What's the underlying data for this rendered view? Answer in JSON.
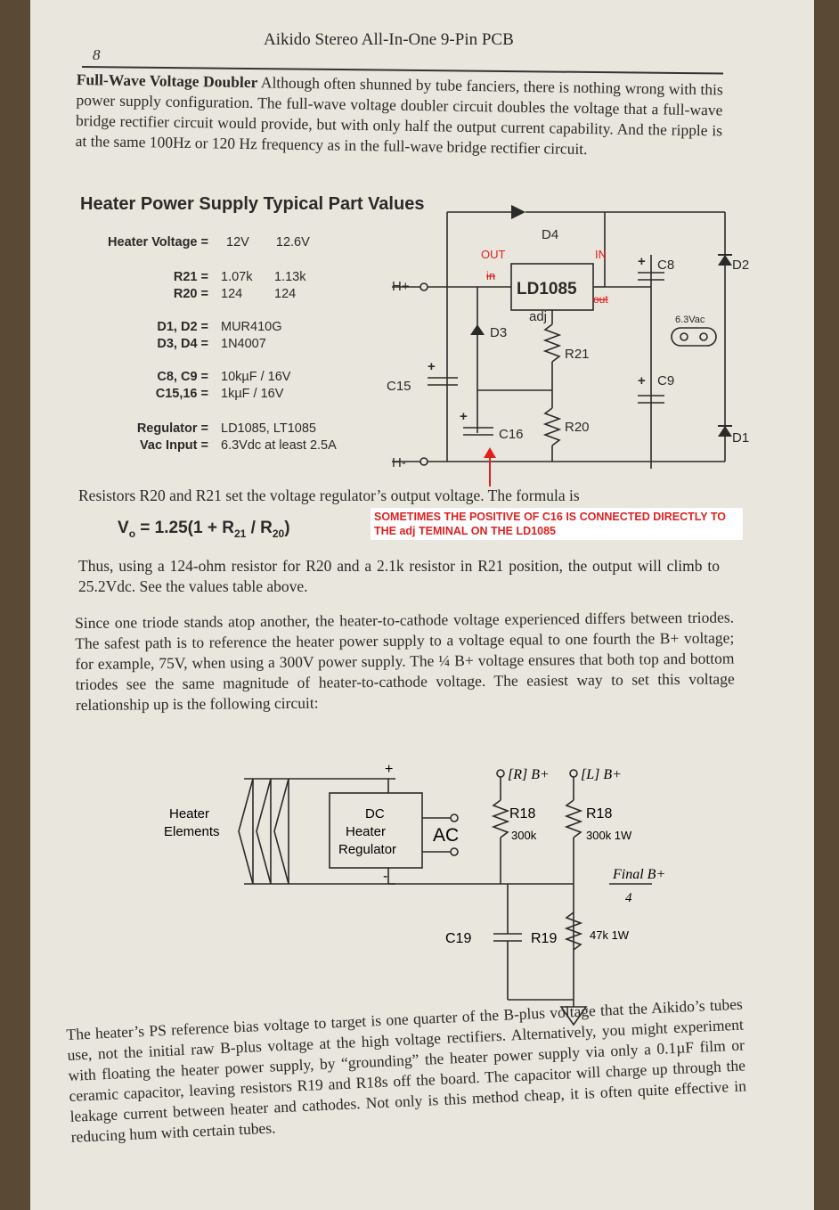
{
  "header": {
    "page_number": "8",
    "running_title": "Aikido Stereo All-In-One 9-Pin PCB"
  },
  "para1": {
    "lead": "Full-Wave Voltage Doubler",
    "text": " Although often shunned by tube fanciers, there is nothing wrong with this power supply configuration. The full-wave voltage doubler circuit doubles the voltage that a full-wave bridge rectifier circuit would provide, but with only half the output current capability. And the ripple is at the same 100Hz or 120 Hz frequency as in the full-wave bridge rectifier circuit."
  },
  "section_title": "Heater Power Supply Typical Part Values",
  "parts": {
    "heater_voltage_label": "Heater Voltage =",
    "heater_voltage_a": "12V",
    "heater_voltage_b": "12.6V",
    "r21_label": "R21 =",
    "r21_a": "1.07k",
    "r21_b": "1.13k",
    "r20_label": "R20 =",
    "r20_a": "124",
    "r20_b": "124",
    "d12_label": "D1, D2 =",
    "d12_val": "MUR410G",
    "d34_label": "D3, D4 =",
    "d34_val": "1N4007",
    "c89_label": "C8, C9 =",
    "c89_val": "10kµF / 16V",
    "c1516_label": "C15,16 =",
    "c1516_val": "1kµF / 16V",
    "reg_label": "Regulator =",
    "reg_val": "LD1085, LT1085",
    "vac_label": "Vac Input =",
    "vac_val": "6.3Vdc at least 2.5A"
  },
  "schematic1": {
    "hplus": "H+",
    "hminus": "H-",
    "d4": "D4",
    "d3": "D3",
    "d2": "D2",
    "d1": "D1",
    "out": "OUT",
    "in_struck": "in",
    "in": "IN",
    "out_struck": "out",
    "regulator": "LD1085",
    "adj": "adj",
    "c8": "C8",
    "c9": "C9",
    "c15": "C15",
    "c16": "C16",
    "r21": "R21",
    "r20": "R20",
    "vac": "6.3Vac",
    "plus": "+"
  },
  "para2": "Resistors R20 and R21 set the voltage regulator’s output voltage. The formula is",
  "formula": {
    "v": "V",
    "sub0": "o",
    "mid": " = 1.25(1 + R",
    "sub21": "21",
    "slash": " / R",
    "sub20": "20",
    "end": ")"
  },
  "note": "SOMETIMES THE POSITIVE OF C16 IS CONNECTED DIRECTLY TO THE adj TEMINAL ON THE LD1085",
  "para3": "Thus, using a 124-ohm resistor for R20 and a 2.1k resistor in R21 position, the output will climb to 25.2Vdc. See the values table above.",
  "para4": "Since one triode stands atop another, the heater-to-cathode voltage experienced differs between triodes. The safest path is to reference the heater power supply to a voltage equal to one fourth the B+ voltage; for example, 75V, when using a 300V power supply. The ¼ B+ voltage ensures that both top and bottom triodes see the same magnitude of heater-to-cathode voltage. The easiest way to set this voltage relationship up is the following circuit:",
  "schematic2": {
    "heater_line1": "Heater",
    "heater_line2": "Elements",
    "dc1": "DC",
    "dc2": "Heater",
    "dc3": "Regulator",
    "plus": "+",
    "minus": "-",
    "ac": "AC",
    "rb": "[R] B+",
    "lb": "[L] B+",
    "r18a": "R18",
    "r18a_val": "300k",
    "r18b": "R18",
    "r18b_val": "300k 1W",
    "final": "Final B+",
    "four": "4",
    "c19": "C19",
    "r19": "R19",
    "r19_val": "47k 1W"
  },
  "para5": "The heater’s PS reference bias voltage to target is one quarter of the B-plus voltage that the Aikido’s tubes use, not the initial raw B-plus voltage at the high voltage rectifiers. Alternatively, you might experiment with floating the heater power supply, by “grounding” the heater power supply via only a 0.1µF film or ceramic capacitor, leaving resistors R19 and R18s off the board. The capacitor will charge up through the leakage current between heater and cathodes. Not only is this method cheap, it is often quite effective in reducing hum with certain tubes."
}
